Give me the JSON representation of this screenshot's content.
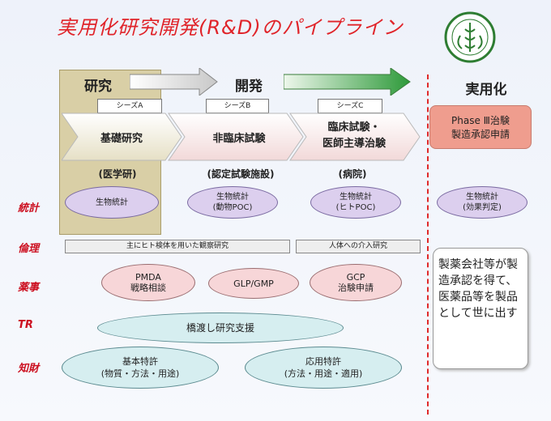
{
  "title": "実用化研究開発(R&D)のパイプライン",
  "phases": {
    "research": "研究",
    "development": "開発",
    "practical": "実用化"
  },
  "series": [
    "シーズA",
    "シーズB",
    "シーズC"
  ],
  "stages": {
    "basic": "基礎研究",
    "nonclinical": "非臨床試験",
    "clinical_l1": "臨床試験・",
    "clinical_l2": "医師主導治験",
    "phase3_l1": "Phase Ⅲ治験",
    "phase3_l2": "製造承認申請"
  },
  "locations": [
    "(医学研)",
    "(認定試験施設)",
    "(病院)"
  ],
  "row_labels": {
    "stats": "統計",
    "ethics": "倫理",
    "regulatory": "薬事",
    "tr": "TR",
    "ip": "知財"
  },
  "stats": [
    {
      "l1": "生物統計",
      "l2": ""
    },
    {
      "l1": "生物統計",
      "l2": "(動物POC)"
    },
    {
      "l1": "生物統計",
      "l2": "(ヒトPOC)"
    },
    {
      "l1": "生物統計",
      "l2": "(効果判定)"
    }
  ],
  "ethics": {
    "observational": "主にヒト検体を用いた観察研究",
    "interventional": "人体への介入研究"
  },
  "regulatory": [
    {
      "l1": "PMDA",
      "l2": "戦略相談"
    },
    {
      "l1": "GLP/GMP",
      "l2": ""
    },
    {
      "l1": "GCP",
      "l2": "治験申請"
    }
  ],
  "tr": "橋渡し研究支援",
  "ip": [
    {
      "l1": "基本特許",
      "l2": "(物質・方法・用途)"
    },
    {
      "l1": "応用特許",
      "l2": "(方法・用途・適用)"
    }
  ],
  "note": "製薬会社等が製造承認を得て、医薬品等を製品として世に出す",
  "colors": {
    "title": "#e0242a",
    "row_label": "#cc1020",
    "divider": "#e02a2a",
    "phase3": "#ef9d8e"
  }
}
